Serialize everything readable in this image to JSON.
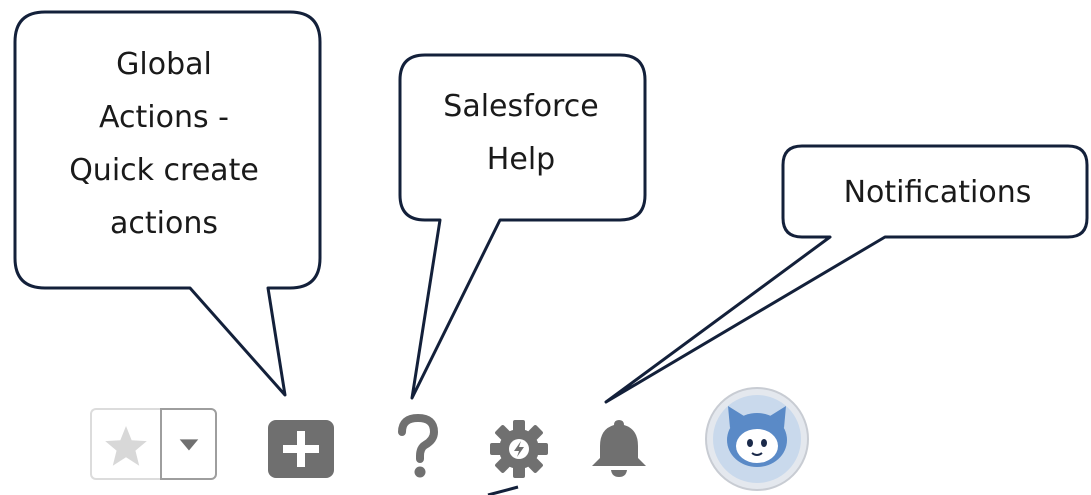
{
  "callouts": {
    "global_actions": "Global\nActions -\nQuick create\nactions",
    "salesforce_help": "Salesforce\nHelp",
    "notifications": "Notifications"
  },
  "toolbar": {
    "icons": [
      "star-icon",
      "chevron-down-icon",
      "plus-icon",
      "question-icon",
      "gear-icon",
      "bell-icon",
      "avatar"
    ],
    "icon_color": "#707070"
  },
  "colors": {
    "callout_border": "#13203a",
    "icon_gray": "#707070",
    "star_gray": "#d8d8d8",
    "avatar_blue": "#5a8ac7"
  }
}
